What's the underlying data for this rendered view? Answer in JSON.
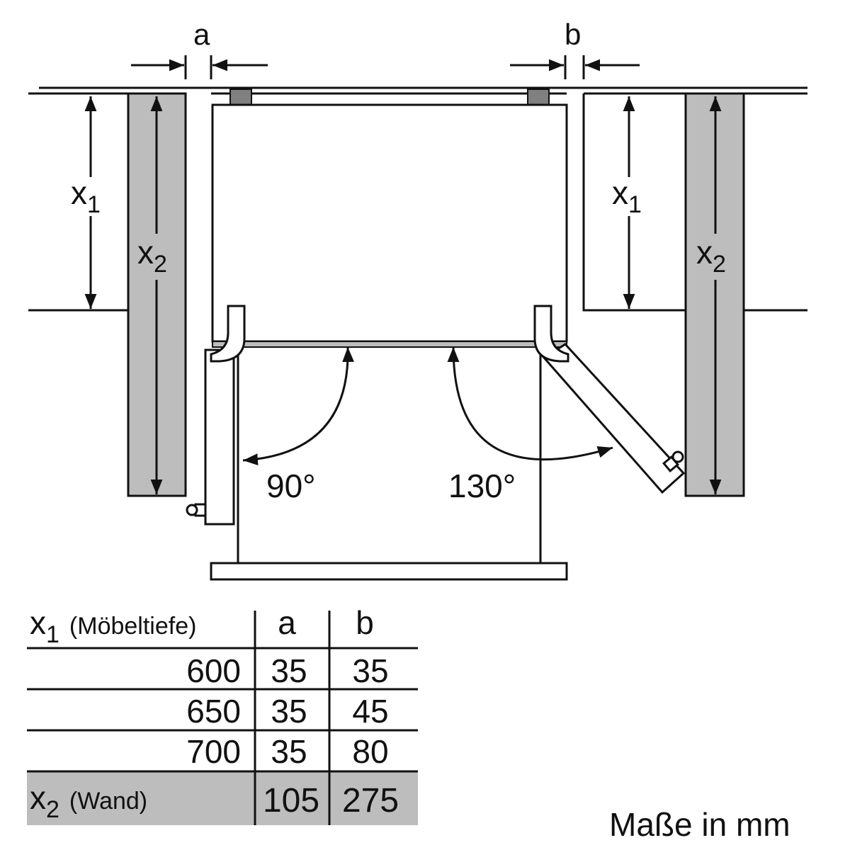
{
  "colors": {
    "line": "#111111",
    "panel_gray": "#bdbdbd",
    "spacer_gray": "#808080",
    "background": "#ffffff"
  },
  "diagram": {
    "label_a": "a",
    "label_b": "b",
    "x_var": "x",
    "sub1": "1",
    "sub2": "2",
    "angle_left": "90°",
    "angle_right": "130°"
  },
  "table": {
    "header": {
      "x_var": "x",
      "sub": "1",
      "label": "(Möbeltiefe)",
      "col_a": "a",
      "col_b": "b"
    },
    "rows": [
      {
        "x1": "600",
        "a": "35",
        "b": "35"
      },
      {
        "x1": "650",
        "a": "35",
        "b": "45"
      },
      {
        "x1": "700",
        "a": "35",
        "b": "80"
      }
    ],
    "wall_row": {
      "x_var": "x",
      "sub": "2",
      "label": "(Wand)",
      "a": "105",
      "b": "275"
    }
  },
  "units_note": "Maße in mm"
}
